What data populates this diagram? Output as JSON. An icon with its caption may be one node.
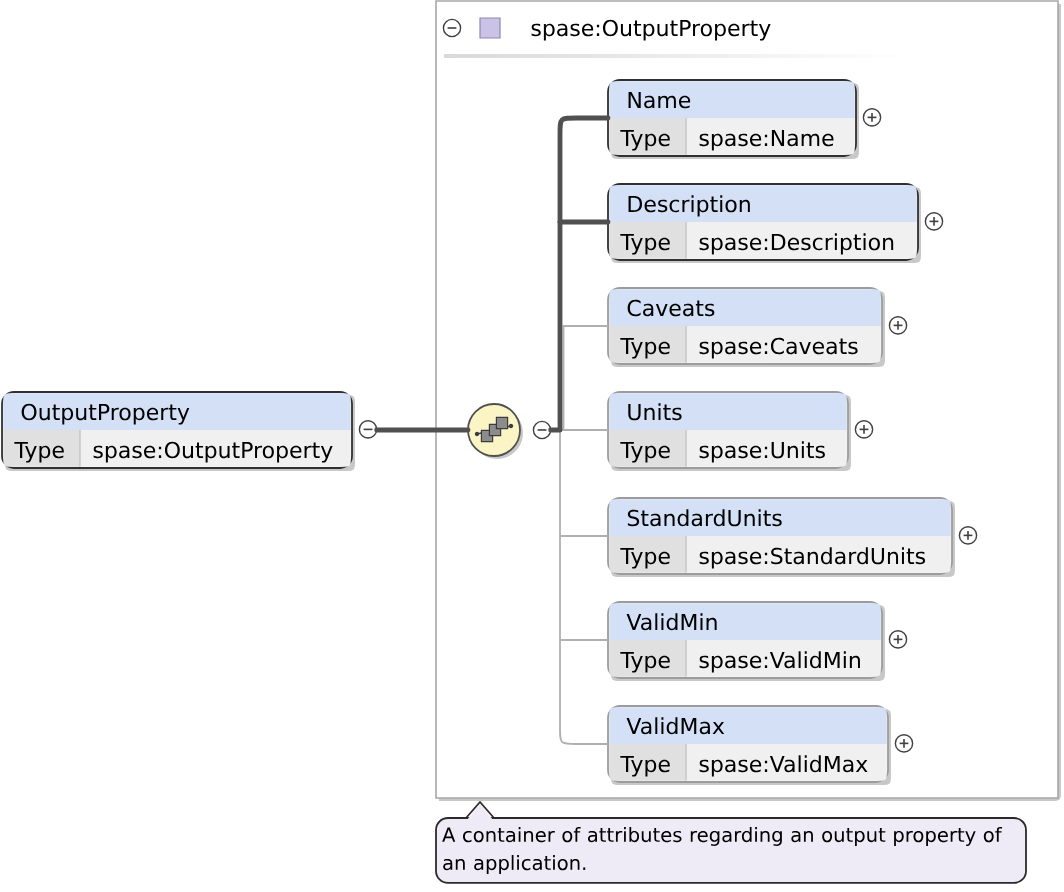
{
  "diagram": {
    "nodes": [
      {
        "text": [
          "OutputProperty",
          "Type",
          "spase:OutputProperty"
        ]
      },
      {
        "text": [
          "spase:OutputProperty"
        ]
      },
      {
        "text": [],
        "shape": "circle",
        "in": 1
      },
      {
        "text": [
          "Name",
          "Type",
          "spase:Name"
        ],
        "in": 1
      },
      {
        "text": [
          "Description",
          "Type",
          "spase:Description"
        ],
        "in": 1
      },
      {
        "text": [
          "Caveats",
          "Type",
          "spase:Caveats"
        ],
        "in": 1
      },
      {
        "text": [
          "Units",
          "Type",
          "spase:Units"
        ],
        "in": 1
      },
      {
        "text": [
          "StandardUnits",
          "Type",
          "spase:StandardUnits"
        ],
        "in": 1
      },
      {
        "text": [
          "ValidMin",
          "Type",
          "spase:ValidMin"
        ],
        "in": 1
      },
      {
        "text": [
          "ValidMax",
          "Type",
          "spase:ValidMax"
        ],
        "in": 1
      },
      {
        "text": [
          "A container of attributes regarding an output property of an application."
        ]
      }
    ],
    "edges": [
      {
        "from": 0,
        "to": 2,
        "arrow": "none",
        "style": "thick",
        "color": "#505050"
      },
      {
        "from": 2,
        "to": 3,
        "arrow": "none",
        "style": "thick",
        "color": "#505050"
      },
      {
        "from": 2,
        "to": 4,
        "arrow": "none",
        "style": "thick",
        "color": "#505050"
      },
      {
        "from": 2,
        "to": 5,
        "arrow": "none"
      },
      {
        "from": 2,
        "to": 6,
        "arrow": "none"
      },
      {
        "from": 2,
        "to": 7,
        "arrow": "none"
      },
      {
        "from": 2,
        "to": 8,
        "arrow": "none"
      },
      {
        "from": 2,
        "to": 9,
        "arrow": "none"
      }
    ]
  }
}
